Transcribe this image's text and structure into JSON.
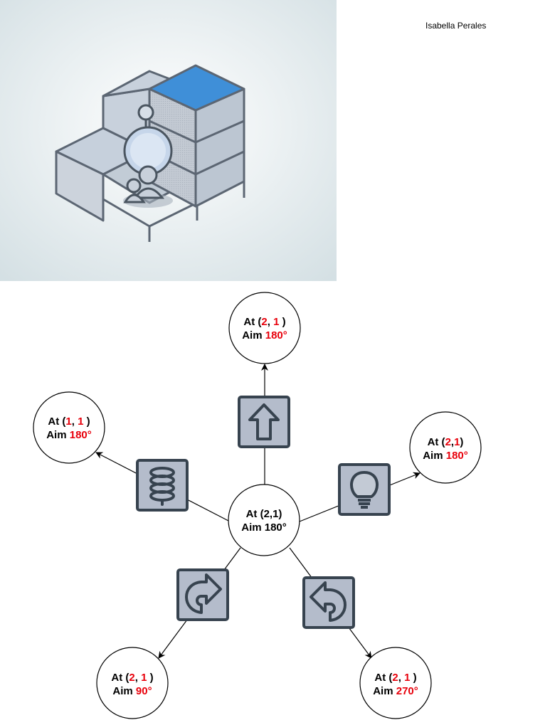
{
  "author": "Isabella Perales",
  "colors": {
    "highlight": "#e8000b",
    "icon_fill": "#b4bccb",
    "icon_stroke": "#37434f",
    "block_top_active": "#3f8fd8",
    "block_face": "#b8c3d0"
  },
  "center": {
    "line1": "At (2,1)",
    "line2": "Aim 180°"
  },
  "nodes": {
    "top": {
      "action_icon": "arrow-up-icon",
      "l1_pre": "At (",
      "x": "2",
      "sep": ", ",
      "y": "1",
      "l1_post": " )",
      "l2_pre": "Aim ",
      "aim": "180°"
    },
    "left": {
      "action_icon": "spring-icon",
      "l1_pre": "At (",
      "x": "1",
      "sep": ", ",
      "y": "1",
      "l1_post": " )",
      "l2_pre": "Aim ",
      "aim": "180°"
    },
    "right": {
      "action_icon": "lightbulb-icon",
      "l1_pre": "At (",
      "x": "2",
      "sep": ",",
      "y": "1",
      "l1_post": ")",
      "l2_pre": "Aim ",
      "aim": "180°"
    },
    "bottom_left": {
      "action_icon": "rotate-right-icon",
      "l1_pre": "At (",
      "x": "2",
      "sep": ", ",
      "y": "1",
      "l1_post": " )",
      "l2_pre": "Aim ",
      "aim": "90°"
    },
    "bottom_right": {
      "action_icon": "rotate-left-icon",
      "l1_pre": "At (",
      "x": "2",
      "sep": ", ",
      "y": "1",
      "l1_post": " )",
      "l2_pre": "Aim ",
      "aim": "270°"
    }
  }
}
